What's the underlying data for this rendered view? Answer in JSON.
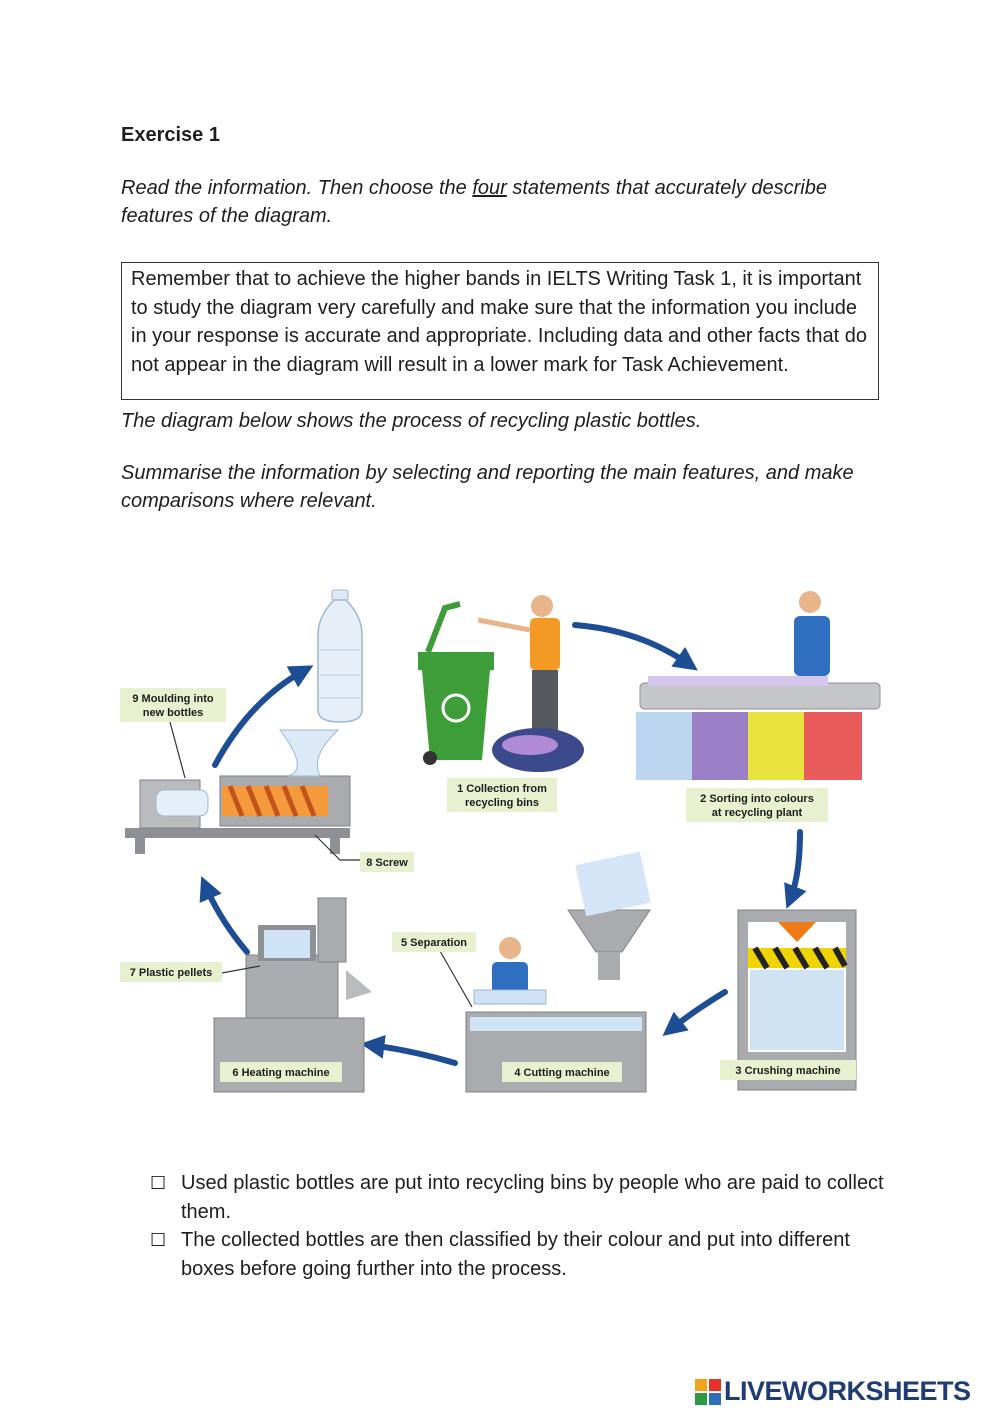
{
  "exercise": {
    "title": "Exercise 1",
    "instruction_before": "Read the information. Then choose the ",
    "instruction_underlined": "four",
    "instruction_after": " statements that accurately describe features of the diagram."
  },
  "note_box": {
    "text": "Remember that to achieve the higher bands in IELTS Writing Task 1, it is important to study the diagram very carefully and make sure that the information you include in your response is accurate and appropriate. Including data and other facts that do not appear in the diagram will result in a lower mark for Task Achievement."
  },
  "task": {
    "line1": "The diagram below shows the process of recycling plastic bottles.",
    "line2": "Summarise the information by selecting and reporting the main features, and make comparisons where relevant."
  },
  "diagram": {
    "stages": [
      {
        "line1": "1 Collection from",
        "line2": "recycling bins"
      },
      {
        "line1": "2 Sorting into colours",
        "line2": "at recycling plant"
      },
      {
        "line1": "3 Crushing machine",
        "line2": ""
      },
      {
        "line1": "4 Cutting machine",
        "line2": ""
      },
      {
        "line1": "5 Separation",
        "line2": ""
      },
      {
        "line1": "6 Heating machine",
        "line2": ""
      },
      {
        "line1": "7 Plastic pellets",
        "line2": ""
      },
      {
        "line1": "8 Screw",
        "line2": ""
      },
      {
        "line1": "9 Moulding into",
        "line2": "new bottles"
      }
    ],
    "colors": {
      "label_bg": "#e8f1cf",
      "arrow": "#1d4d93",
      "machine": "#a9abaf",
      "bin": "#3d9d38",
      "box_blue": "#bcd5ef",
      "box_purple": "#9b7fc6",
      "box_yellow": "#e8e43d",
      "box_red": "#ea5b5b"
    }
  },
  "statements": [
    {
      "checkbox": "☐",
      "text": "Used plastic bottles are put into recycling bins by people who are paid to collect them."
    },
    {
      "checkbox": "☐",
      "text": "The collected bottles are then classified by their colour and put into different boxes before going further into the process."
    }
  ],
  "branding": {
    "logo_icon": "liveworksheets-logo-icon",
    "text": "LIVEWORKSHEETS"
  }
}
